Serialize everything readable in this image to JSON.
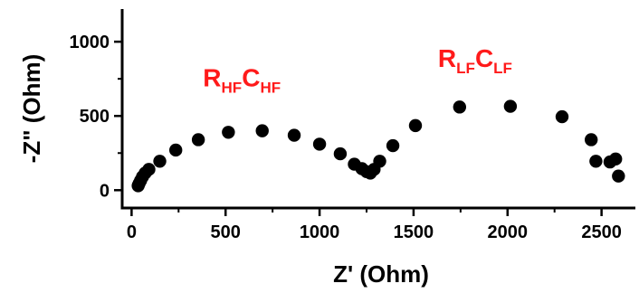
{
  "chart_data": {
    "type": "scatter",
    "xlabel": "Z' (Ohm)",
    "ylabel": "-Z\" (Ohm)",
    "xlim": [
      -50,
      2680
    ],
    "ylim": [
      -120,
      1220
    ],
    "x_ticks": [
      "0",
      "500",
      "1000",
      "1500",
      "2000",
      "2500"
    ],
    "y_ticks": [
      "0",
      "500",
      "1000"
    ],
    "grid": false,
    "marker_color": "#000000",
    "annotation_color": "#ff1a1a",
    "annotations": [
      {
        "id": "hf",
        "main1": "R",
        "sub1": "HF",
        "main2": "C",
        "sub2": "HF",
        "x": 380,
        "y": 700
      },
      {
        "id": "lf",
        "main1": "R",
        "sub1": "LF",
        "main2": "C",
        "sub2": "LF",
        "x": 1630,
        "y": 830
      }
    ],
    "series": [
      {
        "x": [
          35,
          40,
          48,
          58,
          72,
          92,
          150,
          235,
          355,
          515,
          695,
          865,
          1000,
          1110,
          1185,
          1225,
          1250,
          1270,
          1290,
          1320,
          1390,
          1510,
          1745,
          2015,
          2290,
          2445,
          2470,
          2545,
          2575,
          2590
        ],
        "y": [
          30,
          45,
          65,
          90,
          115,
          140,
          195,
          270,
          340,
          390,
          400,
          370,
          310,
          245,
          175,
          145,
          125,
          115,
          140,
          195,
          300,
          435,
          560,
          565,
          495,
          340,
          195,
          190,
          210,
          95
        ]
      }
    ]
  }
}
